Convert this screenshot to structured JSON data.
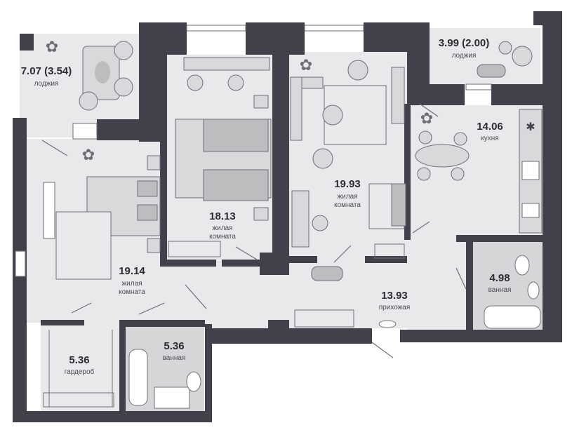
{
  "rooms": [
    {
      "id": "loggia-left",
      "area": "7.07 (3.54)",
      "label": "лоджия"
    },
    {
      "id": "bedroom-center",
      "area": "18.13",
      "label": [
        "жилая",
        "комната"
      ]
    },
    {
      "id": "living-room",
      "area": "19.93",
      "label": [
        "жилая",
        "комната"
      ]
    },
    {
      "id": "loggia-right",
      "area": "3.99 (2.00)",
      "label": "лоджия"
    },
    {
      "id": "kitchen",
      "area": "14.06",
      "label": "кухня"
    },
    {
      "id": "bedroom-left",
      "area": "19.14",
      "label": [
        "жилая",
        "комната"
      ]
    },
    {
      "id": "hallway",
      "area": "13.93",
      "label": "прихожая"
    },
    {
      "id": "bathroom-right",
      "area": "4.98",
      "label": "ванная"
    },
    {
      "id": "wardrobe",
      "area": "5.36",
      "label": "гардероб"
    },
    {
      "id": "bathroom-bottom",
      "area": "5.36",
      "label": "ванная"
    }
  ],
  "colors": {
    "wall": "#40414a",
    "floor": "#e9e9eb",
    "bath_floor": "#d6d6d8",
    "furniture": "#d9d9db",
    "outline": "#6e6e76",
    "text": "#2b2b33"
  }
}
